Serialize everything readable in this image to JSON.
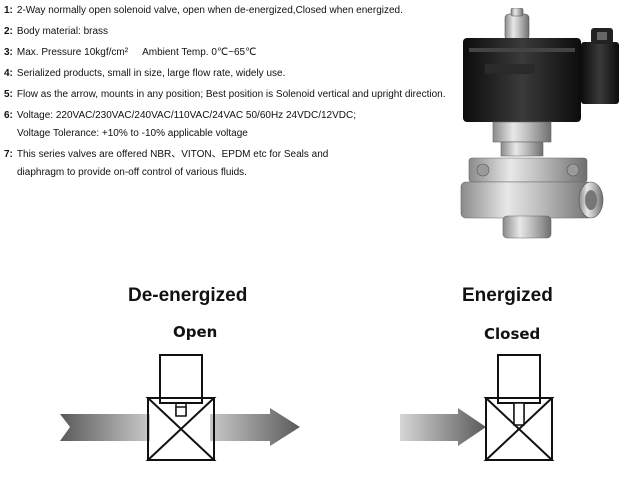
{
  "specs": [
    {
      "num": "1:",
      "text": "2-Way normally open solenoid valve, open when de-energized,Closed when energized."
    },
    {
      "num": "2:",
      "text": "Body material: brass"
    },
    {
      "num": "3:",
      "text": "Max. Pressure  10kgf/cm²",
      "extra": "Ambient Temp.  0℃~65℃"
    },
    {
      "num": "4:",
      "text": "Serialized products, small in size, large flow rate, widely use."
    },
    {
      "num": "5:",
      "text": "Flow as the arrow, mounts in any position; Best position is Solenoid vertical and upright direction."
    },
    {
      "num": "6:",
      "text": "Voltage: 220VAC/230VAC/240VAC/110VAC/24VAC 50/60Hz   24VDC/12VDC;",
      "sub": "Voltage Tolerance: +10% to -10% applicable voltage"
    },
    {
      "num": "7:",
      "text": "This series valves are offered NBR、VITON、EPDM etc for Seals and",
      "sub": "diaphragm to provide on-off control of various fluids."
    }
  ],
  "diagrams": {
    "left": {
      "title": "De-energized",
      "state": "Open"
    },
    "right": {
      "title": "Energized",
      "state": "Closed"
    }
  },
  "colors": {
    "text": "#111111",
    "arrow_dark": "#555555",
    "arrow_light": "#d9d9d9",
    "coil": "#1a1a1a"
  }
}
